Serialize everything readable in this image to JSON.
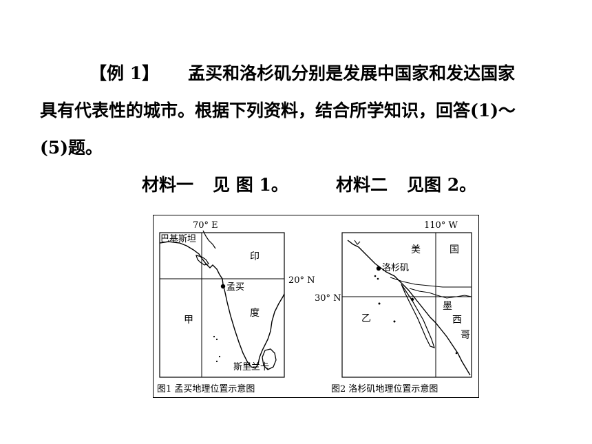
{
  "paragraph": {
    "tag": "【例 1】",
    "line1": "孟买和洛杉矶分别是发展中国家和发达国家",
    "line2": "具有代表性的城市。根据下列资料，结合所学知识，回答(1)～",
    "line3": "(5)题。"
  },
  "materials": {
    "m1_label": "材料一",
    "m1_text": "见 图 1。",
    "m2_label": "材料二",
    "m2_text": "见图 2。"
  },
  "figure1": {
    "longitude": "70° E",
    "latitude": "20° N",
    "pakistan": "巴基斯坦",
    "india_1": "印",
    "india_2": "度",
    "city": "孟买",
    "jia": "甲",
    "srilanka": "斯里兰卡",
    "caption": "图1  孟买地理位置示意图"
  },
  "figure2": {
    "longitude": "110° W",
    "latitude": "30° N",
    "usa_1": "美",
    "usa_2": "国",
    "city": "洛杉矶",
    "mexico_1": "墨",
    "mexico_2": "西",
    "mexico_3": "哥",
    "yi": "乙",
    "caption": "图2  洛杉矶地理位置示意图"
  }
}
